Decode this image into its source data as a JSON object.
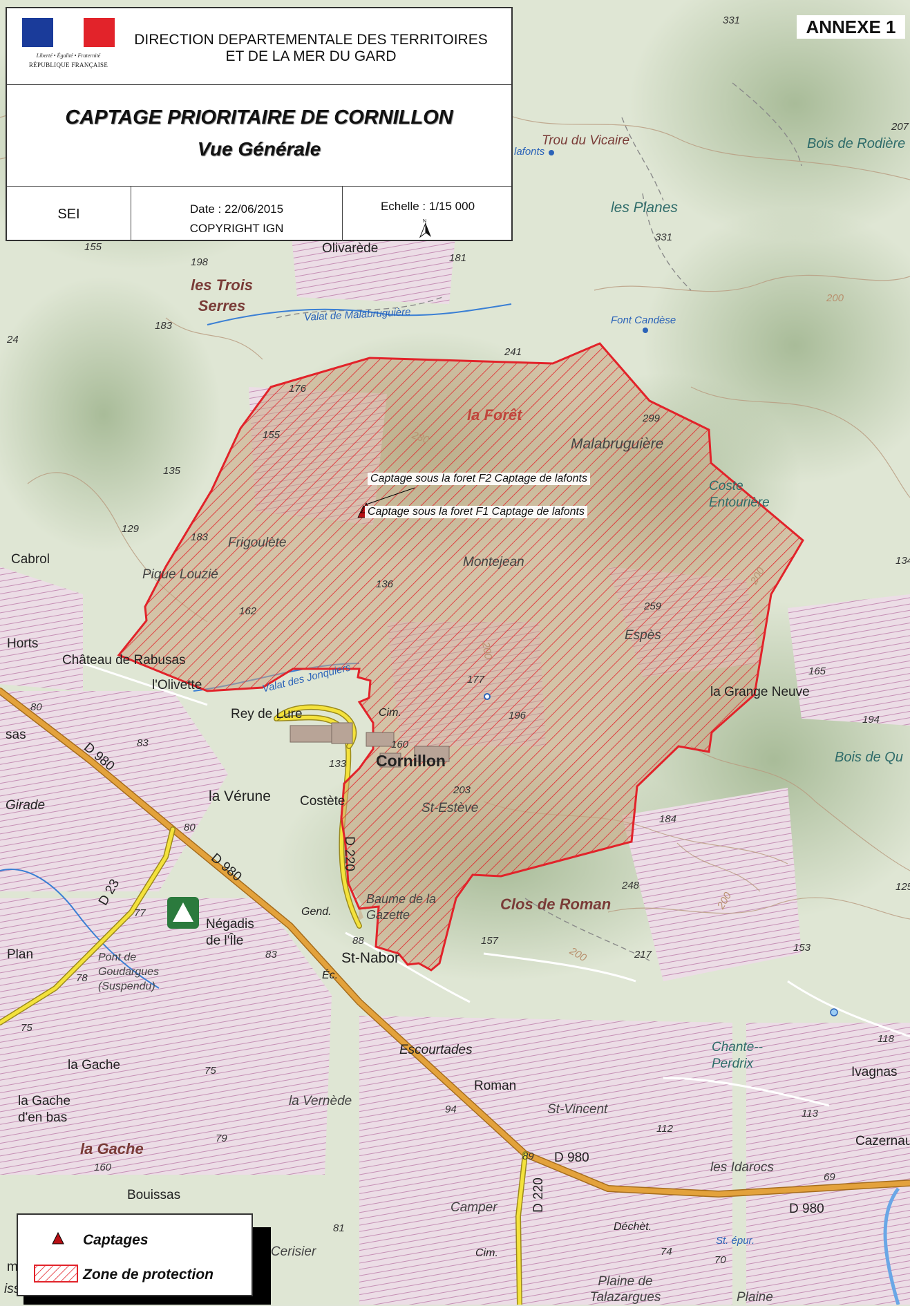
{
  "map": {
    "annex_label": "ANNEXE 1",
    "elevations": [
      "331",
      "207",
      "331",
      "155",
      "198",
      "181",
      "183",
      "24",
      "241",
      "176",
      "299",
      "155",
      "135",
      "129",
      "183",
      "136",
      "162",
      "259",
      "165",
      "80",
      "194",
      "83",
      "177",
      "196",
      "160",
      "133",
      "203",
      "184",
      "80",
      "248",
      "77",
      "83",
      "88",
      "157",
      "217",
      "153",
      "78",
      "75",
      "118",
      "75",
      "94",
      "112",
      "113",
      "79",
      "160",
      "89",
      "69",
      "81",
      "74",
      "70",
      "200",
      "200",
      "200",
      "200",
      "200",
      "280",
      "125",
      "134"
    ],
    "places": [
      "Olivarède",
      "Cabrol",
      "Horts",
      "Château de Rabusas",
      "l'Olivette",
      "Rey de Lure",
      "Cornillon",
      "la Vérune",
      "Costète",
      "Négadis de l'Île",
      "St-Nabor",
      "Plan",
      "la Grange Neuve",
      "Ivagnas",
      "Escourtades",
      "Roman",
      "la Gache",
      "la Gache d'en bas",
      "Bouissas",
      "Cazernau",
      "Gend.",
      "Éc.",
      "Cim.",
      "Cim.",
      "Déchèt.",
      "St. épur.",
      "sas",
      "Girade",
      "issé",
      "m"
    ],
    "lieux_dits": [
      "Trou du Vicaire",
      "les Planes",
      "Malabruguière",
      "Coste Entourière",
      "Frigoulète",
      "Pique Louzié",
      "Montejean",
      "Espès",
      "St-Estève",
      "Baume de la Gazette",
      "Chante--Perdrix",
      "la Vernède",
      "St-Vincent",
      "les Idarocs",
      "Camper",
      "u Cerisier",
      "Plaine de Talazargues",
      "Plaine",
      "Pont de Goudargues (Suspendu)"
    ],
    "forests": [
      "Bois de Rodière",
      "Bois de Qu"
    ],
    "named_areas": [
      "les Trois Serres",
      "la Forêt",
      "Clos de Roman",
      "la Gache"
    ],
    "waters": [
      "Valat de Malabruguière",
      "Valat des Jonquiers",
      "Font Candèse",
      "lafonts"
    ],
    "roads": [
      "D 980",
      "D 980",
      "D 980",
      "D 980",
      "D 220",
      "D 220",
      "D 23"
    ],
    "captages": [
      "Captage sous la foret F2 Captage de lafonts",
      "Captage sous la foret F1 Captage de lafonts"
    ],
    "colors": {
      "protection_zone": "#e2232a",
      "vineyard_hatch": "#d9a9c9",
      "main_road": "#e3a23c",
      "secondary_road": "#f4e23c",
      "water": "#3a7fd4",
      "forest": "#c4d8b5"
    }
  },
  "header": {
    "motto": "Liberté • Égalité • Fraternité",
    "republic": "RÉPUBLIQUE FRANÇAISE",
    "direction": "DIRECTION DEPARTEMENTALE DES TERRITOIRES ET DE LA MER DU GARD",
    "title": "CAPTAGE PRIORITAIRE DE CORNILLON",
    "subtitle": "Vue Générale",
    "service": "SEI",
    "date": "Date : 22/06/2015",
    "copyright": "COPYRIGHT IGN",
    "scale": "Echelle : 1/15 000",
    "north": "N"
  },
  "legend": {
    "captages_label": "Captages",
    "zone_label": "Zone de protection"
  }
}
